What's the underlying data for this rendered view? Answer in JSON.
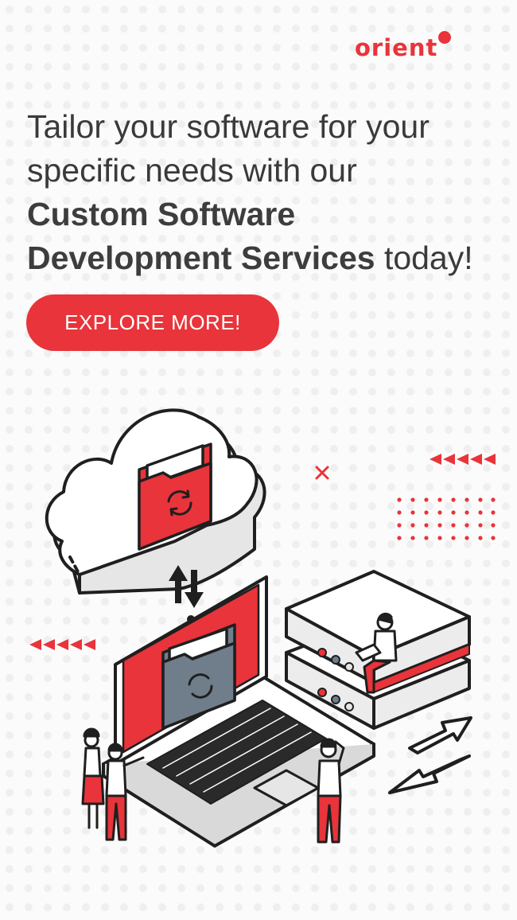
{
  "brand": {
    "name": "orient"
  },
  "headline": {
    "line1": "Tailor your software for your",
    "line2": "specific needs with our",
    "line3_bold": "Custom Software",
    "line4_bold": "Development Services",
    "line4_rest": " today!"
  },
  "cta": {
    "label": "EXPLORE MORE!"
  },
  "colors": {
    "accent": "#e8343a",
    "dark": "#1f1f1f",
    "screen_folder": "#6f7e8a"
  },
  "icons": [
    "cloud-icon",
    "folder-sync-icon",
    "laptop-icon",
    "server-icon",
    "transfer-arrows-icon",
    "triangle-arrows-icon",
    "plus-cross-icon"
  ]
}
